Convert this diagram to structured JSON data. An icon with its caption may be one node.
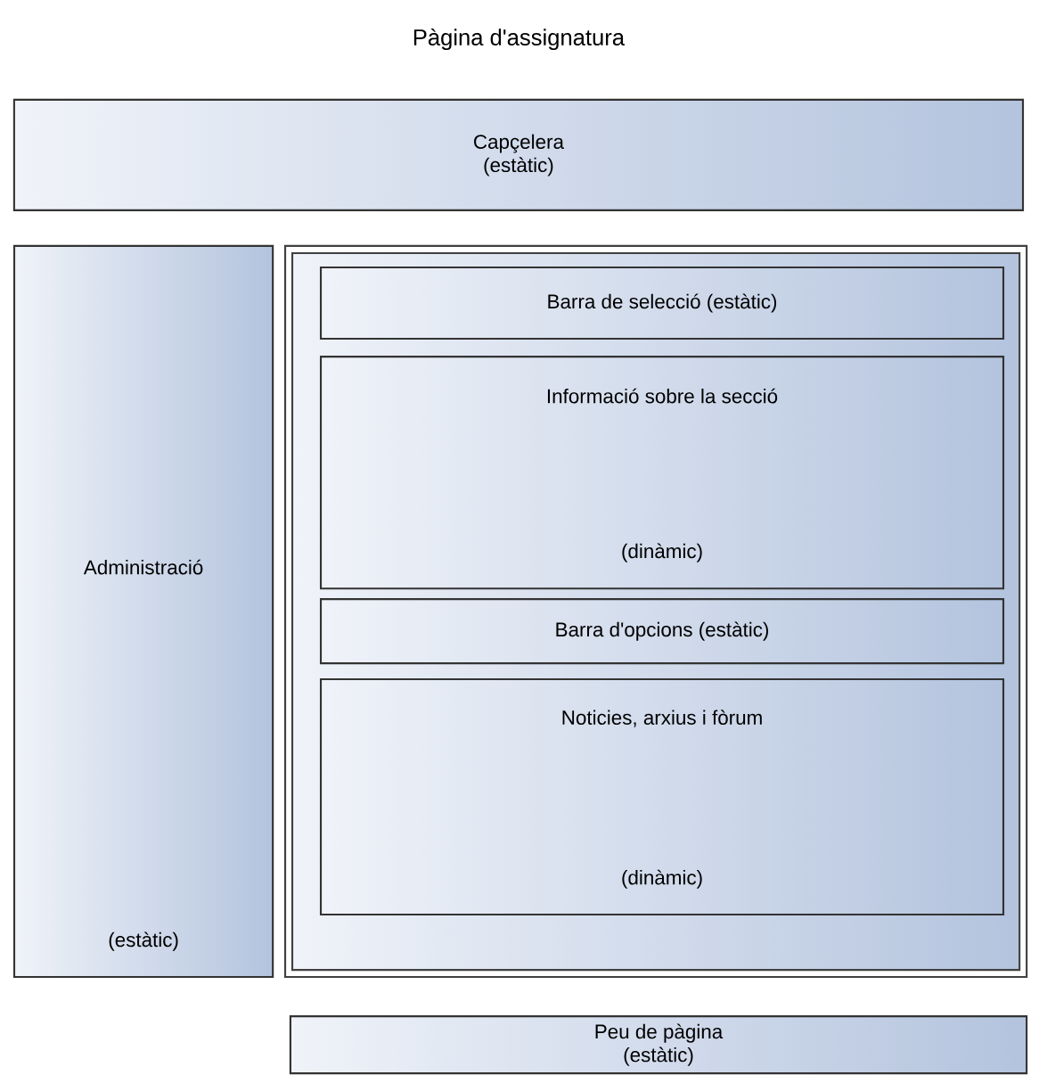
{
  "diagram": {
    "title": "Pàgina d'assignatura",
    "nodes": [
      {
        "text": [
          "Capçelera",
          "(estàtic)"
        ]
      },
      {
        "text": [
          "Administració",
          "(estàtic)"
        ]
      },
      {
        "text": [],
        "shape": "box"
      },
      {
        "text": [
          "Barra de selecció (estàtic)"
        ],
        "in": 2
      },
      {
        "text": [
          "Informació sobre la secció",
          "(dinàmic)"
        ],
        "in": 2
      },
      {
        "text": [
          "Barra d'opcions (estàtic)"
        ],
        "in": 2
      },
      {
        "text": [
          "Noticies, arxius i fòrum",
          "(dinàmic)"
        ],
        "in": 2
      },
      {
        "text": [
          "Peu de pàgina",
          "(estàtic)"
        ]
      }
    ]
  }
}
